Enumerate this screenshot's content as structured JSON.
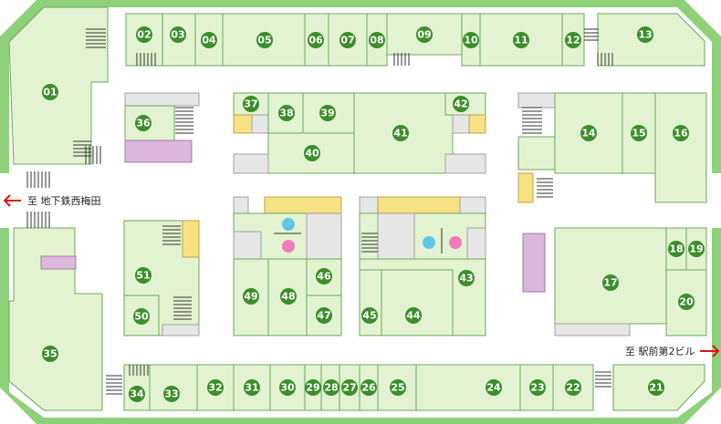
{
  "exits": {
    "left": "至 地下鉄西梅田",
    "right": "至 駅前第2ビル"
  },
  "shops": [
    "01",
    "02",
    "03",
    "04",
    "05",
    "06",
    "07",
    "08",
    "09",
    "10",
    "11",
    "12",
    "13",
    "14",
    "15",
    "16",
    "17",
    "18",
    "19",
    "20",
    "21",
    "22",
    "23",
    "24",
    "25",
    "26",
    "27",
    "28",
    "29",
    "30",
    "31",
    "32",
    "33",
    "34",
    "35",
    "36",
    "37",
    "38",
    "39",
    "40",
    "41",
    "42",
    "43",
    "44",
    "45",
    "46",
    "47",
    "48",
    "49",
    "50",
    "51"
  ],
  "colors": {
    "floor": "#e3f3d2",
    "outer_band": "#8fd07a",
    "badge": "#3c8e2c",
    "stairs_or_service": "#e6e6e6",
    "elevator": "#f6e282",
    "special": "#dcb7dc",
    "toilet_male": "#5ec8e8",
    "toilet_female": "#f07ac0",
    "exit_arrow": "#e01010"
  }
}
